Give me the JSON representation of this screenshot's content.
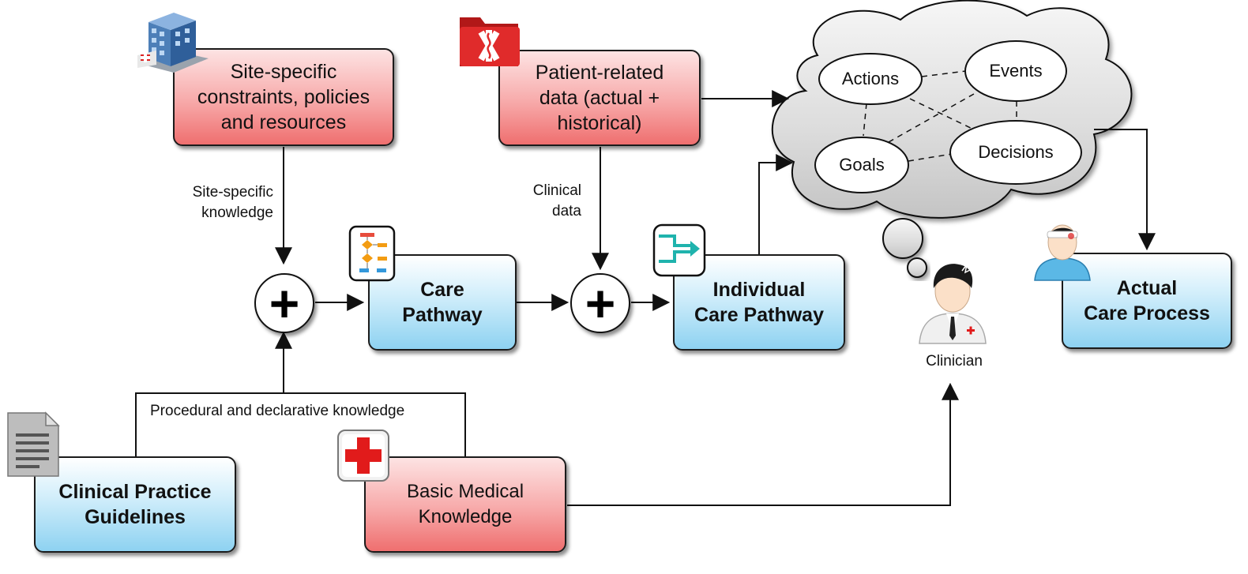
{
  "boxes": {
    "site_specific": "Site-specific\nconstraints, policies\nand resources",
    "patient_data": "Patient-related\ndata (actual +\nhistorical)",
    "care_pathway": "Care\nPathway",
    "individual_pathway": "Individual\nCare Pathway",
    "actual_care": "Actual\nCare Process",
    "clinical_guidelines": "Clinical Practice\nGuidelines",
    "basic_medical": "Basic Medical\nKnowledge"
  },
  "labels": {
    "site_knowledge": "Site-specific\nknowledge",
    "clinical_data": "Clinical\ndata",
    "procedural": "Procedural and declarative knowledge",
    "clinician": "Clinician"
  },
  "operators": {
    "combine": "+"
  },
  "cloud": {
    "actions": "Actions",
    "events": "Events",
    "goals": "Goals",
    "decisions": "Decisions"
  },
  "colors": {
    "red_box": "#f7a9a9",
    "blue_box": "#8ed2f1",
    "cloud_fill": "#d9d9d9",
    "connector": "#111111"
  },
  "icons": [
    "hospital-icon",
    "medical-folder-icon",
    "flowchart-icon",
    "pathway-icon",
    "document-icon",
    "red-cross-icon",
    "clinician-avatar-icon",
    "patient-avatar-icon"
  ]
}
